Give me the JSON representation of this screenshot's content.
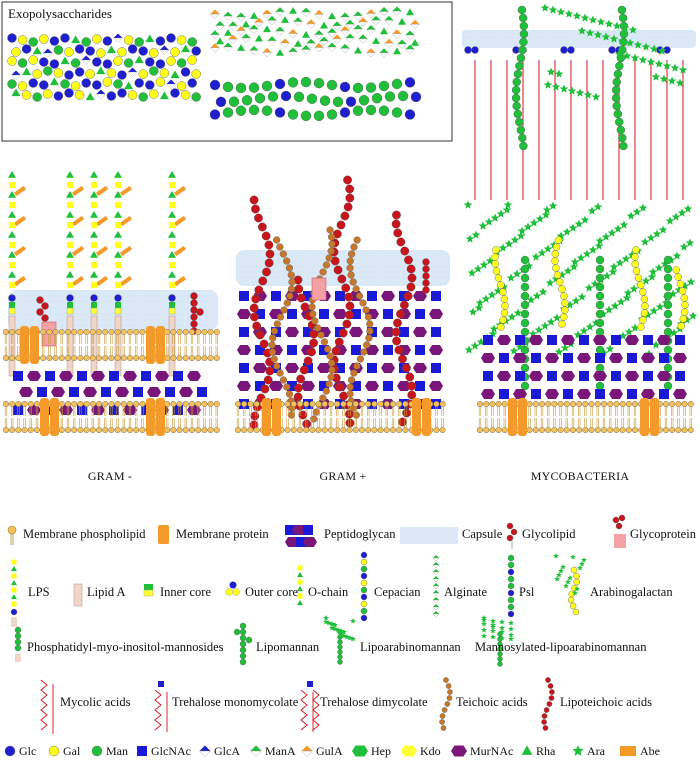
{
  "panels": {
    "exopolysaccharides_title": "Exopolysaccharides",
    "gram_negative": "GRAM -",
    "gram_positive": "GRAM +",
    "mycobacteria": "MYCOBACTERIA"
  },
  "legend": {
    "row1": [
      "Membrane phospholipid",
      "Membrane protein",
      "Peptidoglycan",
      "Capsule",
      "Glycolipid",
      "Glycoprotein"
    ],
    "row2": [
      "LPS",
      "Lipid A",
      "Inner core",
      "Outer core",
      "O-chain",
      "Cepacian",
      "Alginate",
      "Psl",
      "Arabinogalactan"
    ],
    "row3": [
      "Phosphatidyl-myo-inositol-mannosides",
      "Lipomannan",
      "Lipoarabinomannan",
      "Mannosylated-lipoarabinomannan"
    ],
    "row4": [
      "Mycolic acids",
      "Trehalose monomycolate",
      "Trehalose dimycolate",
      "Teichoic acids",
      "Lipoteichoic acids"
    ]
  },
  "sugars": [
    "Glc",
    "Gal",
    "Man",
    "GlcNAc",
    "GlcA",
    "ManA",
    "GulA",
    "Hep",
    "Kdo",
    "MurNAc",
    "Rha",
    "Ara",
    "Abe"
  ],
  "colors": {
    "glc": "#1f1fd0",
    "gal": "#ffff1a",
    "man": "#1fbf3a",
    "glcnac": "#1a1ad6",
    "hep": "#1fbf3a",
    "kdo": "#ffff33",
    "murnac": "#7a167a",
    "rha": "#1fbf3a",
    "ara": "#1fbf3a",
    "abe": "#f39a2a",
    "membrane_protein": "#f39a2a",
    "capsule": "#dbe9f7",
    "glycolipid": "#c8141c",
    "glycoprotein_box": "#f4a0a4",
    "mycolic": "#d4141c",
    "teichoic": "#c8762a"
  }
}
